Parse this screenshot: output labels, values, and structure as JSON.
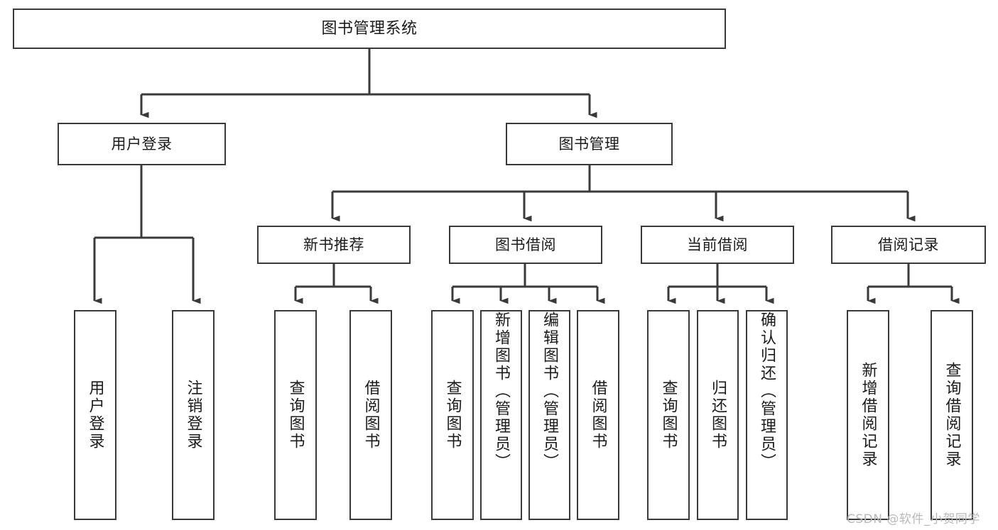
{
  "diagram": {
    "title": "图书管理系统",
    "type": "hierarchy-tree",
    "orientation": "top-down",
    "style": {
      "box_fill": "#ffffff",
      "box_stroke": "#3a3a3a",
      "edge_stroke": "#3a3a3a",
      "text_color": "#1b1b1b",
      "background": "#ffffff"
    }
  },
  "watermark": {
    "text": "CSDN @软件_小贺同学",
    "color": "#b9b9b9"
  },
  "nodes": {
    "root": {
      "label": "图书管理系统",
      "level": 0
    },
    "level1": [
      {
        "id": "user-login",
        "label": "用户登录",
        "level": 1
      },
      {
        "id": "book-management",
        "label": "图书管理",
        "level": 1
      }
    ],
    "level2": [
      {
        "id": "new-book-recommend",
        "label": "新书推荐",
        "level": 2,
        "parent": "book-management"
      },
      {
        "id": "book-borrow",
        "label": "图书借阅",
        "level": 2,
        "parent": "book-management"
      },
      {
        "id": "current-borrow",
        "label": "当前借阅",
        "level": 2,
        "parent": "book-management"
      },
      {
        "id": "borrow-record",
        "label": "借阅记录",
        "level": 2,
        "parent": "book-management"
      }
    ],
    "leaves": [
      {
        "id": "leaf-user-login",
        "label": "用户登录",
        "parent": "user-login"
      },
      {
        "id": "leaf-user-logout",
        "label": "注销登录",
        "parent": "user-login"
      },
      {
        "id": "leaf-query-book-1",
        "label": "查询图书",
        "parent": "new-book-recommend"
      },
      {
        "id": "leaf-borrow-book-1",
        "label": "借阅图书",
        "parent": "new-book-recommend"
      },
      {
        "id": "leaf-query-book-2",
        "label": "查询图书",
        "parent": "book-borrow"
      },
      {
        "id": "leaf-add-book",
        "label": "新增图书（管理员）",
        "parent": "book-borrow"
      },
      {
        "id": "leaf-edit-book",
        "label": "编辑图书（管理员）",
        "parent": "book-borrow"
      },
      {
        "id": "leaf-borrow-book-2",
        "label": "借阅图书",
        "parent": "book-borrow"
      },
      {
        "id": "leaf-query-book-3",
        "label": "查询图书",
        "parent": "current-borrow"
      },
      {
        "id": "leaf-return-book",
        "label": "归还图书",
        "parent": "current-borrow"
      },
      {
        "id": "leaf-confirm-return",
        "label": "确认归还（管理员）",
        "parent": "current-borrow"
      },
      {
        "id": "leaf-add-record",
        "label": "新增借阅记录",
        "parent": "borrow-record"
      },
      {
        "id": "leaf-query-record",
        "label": "查询借阅记录",
        "parent": "borrow-record"
      }
    ]
  }
}
